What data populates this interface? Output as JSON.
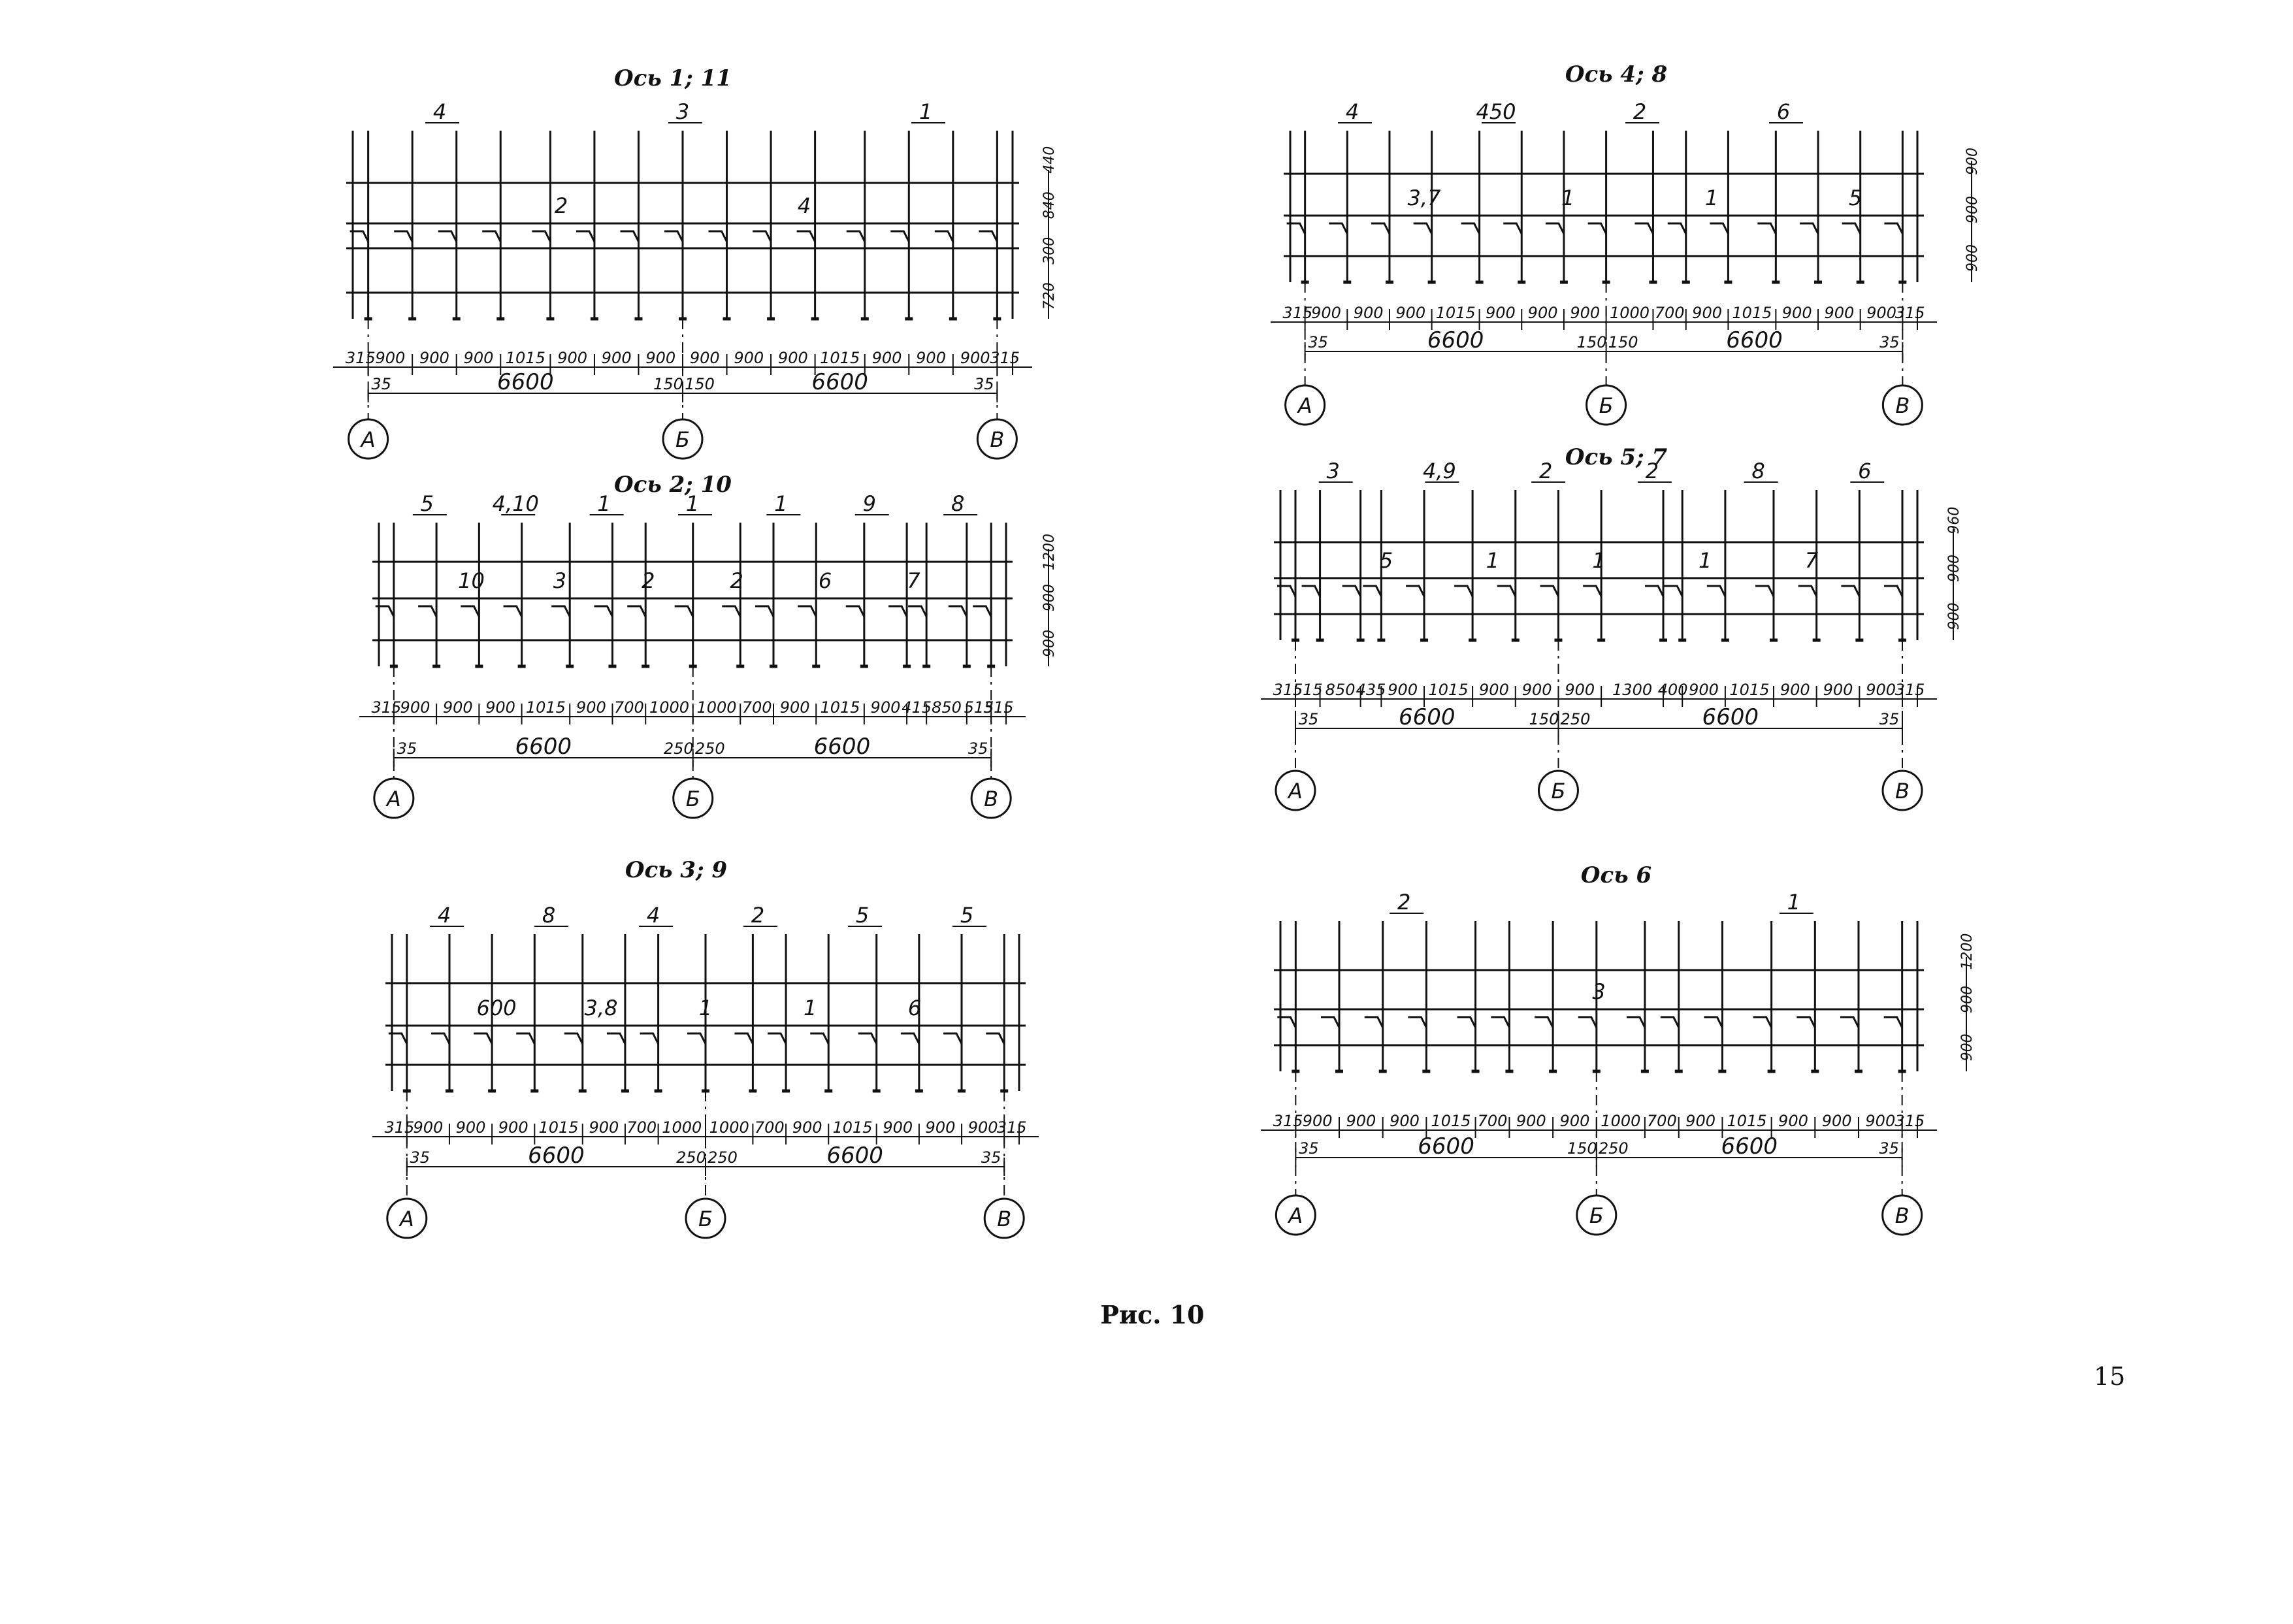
{
  "caption": "Рис. 10",
  "page_number": "15",
  "panels": [
    {
      "id": "axis-1-11",
      "title": "Ось 1; 11",
      "marks": [
        "4",
        "2",
        "3",
        "4",
        "1"
      ],
      "left_dims": [
        "720",
        "300",
        "840",
        "440"
      ],
      "top_dims": [
        "315",
        "900",
        "900",
        "900",
        "1015",
        "900",
        "900",
        "900",
        "900",
        "900",
        "900",
        "1015",
        "900",
        "900",
        "900",
        "315"
      ],
      "bottom_dims": [
        "35",
        "6600",
        "150",
        "150",
        "6600",
        "35"
      ],
      "axes": [
        "А",
        "Б",
        "В"
      ]
    },
    {
      "id": "axis-4-8",
      "title": "Ось 4; 8",
      "marks": [
        "4",
        "3,7",
        "450",
        "1",
        "2",
        "1",
        "6",
        "5"
      ],
      "left_dims": [
        "900",
        "900",
        "900"
      ],
      "top_dims": [
        "315",
        "900",
        "900",
        "900",
        "1015",
        "900",
        "900",
        "900",
        "1000",
        "700",
        "900",
        "1015",
        "900",
        "900",
        "900",
        "315"
      ],
      "bottom_dims": [
        "35",
        "6600",
        "150",
        "150",
        "6600",
        "35"
      ],
      "axes": [
        "А",
        "Б",
        "В"
      ]
    },
    {
      "id": "axis-2-10",
      "title": "Ось 2; 10",
      "marks": [
        "5",
        "10",
        "4,10",
        "3",
        "1",
        "2",
        "1",
        "2",
        "1",
        "6",
        "9",
        "7",
        "8"
      ],
      "left_dims": [
        "900",
        "900",
        "1200"
      ],
      "top_dims": [
        "315",
        "900",
        "900",
        "900",
        "1015",
        "900",
        "700",
        "1000",
        "1000",
        "700",
        "900",
        "1015",
        "900",
        "415",
        "850",
        "515",
        "315"
      ],
      "bottom_dims": [
        "35",
        "6600",
        "250",
        "250",
        "6600",
        "35"
      ],
      "axes": [
        "А",
        "Б",
        "В"
      ]
    },
    {
      "id": "axis-5-7",
      "title": "Ось 5; 7",
      "marks": [
        "3",
        "5",
        "4,9",
        "1",
        "2",
        "1",
        "2",
        "1",
        "8",
        "7",
        "6"
      ],
      "left_dims": [
        "900",
        "900",
        "960"
      ],
      "top_dims": [
        "315",
        "515",
        "850",
        "435",
        "900",
        "1015",
        "900",
        "900",
        "900",
        "1300",
        "400",
        "900",
        "1015",
        "900",
        "900",
        "900",
        "315"
      ],
      "bottom_dims": [
        "35",
        "6600",
        "150",
        "250",
        "6600",
        "35"
      ],
      "axes": [
        "А",
        "Б",
        "В"
      ]
    },
    {
      "id": "axis-3-9",
      "title": "Ось 3; 9",
      "marks": [
        "4",
        "600",
        "8",
        "3,8",
        "4",
        "1",
        "2",
        "1",
        "5",
        "6",
        "5"
      ],
      "left_dims": [],
      "top_dims": [
        "315",
        "900",
        "900",
        "900",
        "1015",
        "900",
        "700",
        "1000",
        "1000",
        "700",
        "900",
        "1015",
        "900",
        "900",
        "900",
        "315"
      ],
      "bottom_dims": [
        "35",
        "6600",
        "250",
        "250",
        "6600",
        "35"
      ],
      "axes": [
        "А",
        "Б",
        "В"
      ]
    },
    {
      "id": "axis-6",
      "title": "Ось 6",
      "marks": [
        "2",
        "3",
        "1"
      ],
      "left_dims": [
        "900",
        "900",
        "1200"
      ],
      "top_dims": [
        "315",
        "900",
        "900",
        "900",
        "1015",
        "700",
        "900",
        "900",
        "1000",
        "700",
        "900",
        "1015",
        "900",
        "900",
        "900",
        "315"
      ],
      "bottom_dims": [
        "35",
        "6600",
        "150",
        "250",
        "6600",
        "35"
      ],
      "axes": [
        "А",
        "Б",
        "В"
      ]
    }
  ]
}
